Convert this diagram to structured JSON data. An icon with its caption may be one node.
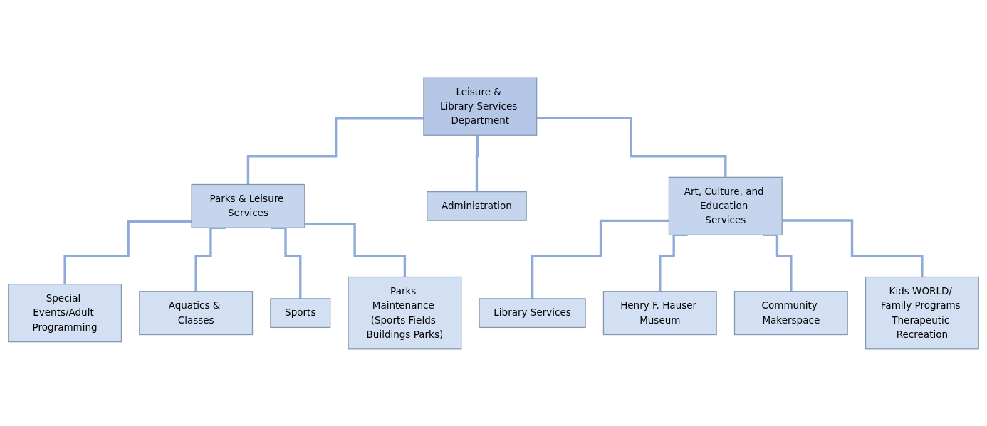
{
  "diagram": {
    "nodes": [
      {
        "text": [
          "Leisure & Library Services Department"
        ]
      },
      {
        "text": [
          "Parks & Leisure Services"
        ]
      },
      {
        "text": [
          "Administration"
        ]
      },
      {
        "text": [
          "Art, Culture, and Education Services"
        ]
      },
      {
        "text": [
          "Special Events/Adult Programming"
        ]
      },
      {
        "text": [
          "Aquatics & Classes"
        ]
      },
      {
        "text": [
          "Sports"
        ]
      },
      {
        "text": [
          "Parks Maintenance (Sports Fields Buildings Parks)"
        ]
      },
      {
        "text": [
          "Library Services"
        ]
      },
      {
        "text": [
          "Henry F. Hauser Museum"
        ]
      },
      {
        "text": [
          "Community Makerspace"
        ]
      },
      {
        "text": [
          "Kids WORLD/ Family Programs Therapeutic Recreation"
        ]
      }
    ],
    "edges": [
      {
        "from": 0,
        "to": 1,
        "arrow": "none"
      },
      {
        "from": 0,
        "to": 2,
        "arrow": "none"
      },
      {
        "from": 0,
        "to": 3,
        "arrow": "none"
      },
      {
        "from": 1,
        "to": 4,
        "arrow": "none"
      },
      {
        "from": 1,
        "to": 5,
        "arrow": "none"
      },
      {
        "from": 1,
        "to": 6,
        "arrow": "none"
      },
      {
        "from": 1,
        "to": 7,
        "arrow": "none"
      },
      {
        "from": 3,
        "to": 8,
        "arrow": "none"
      },
      {
        "from": 3,
        "to": 9,
        "arrow": "none"
      },
      {
        "from": 3,
        "to": 10,
        "arrow": "none"
      },
      {
        "from": 3,
        "to": 11,
        "arrow": "none"
      }
    ]
  }
}
